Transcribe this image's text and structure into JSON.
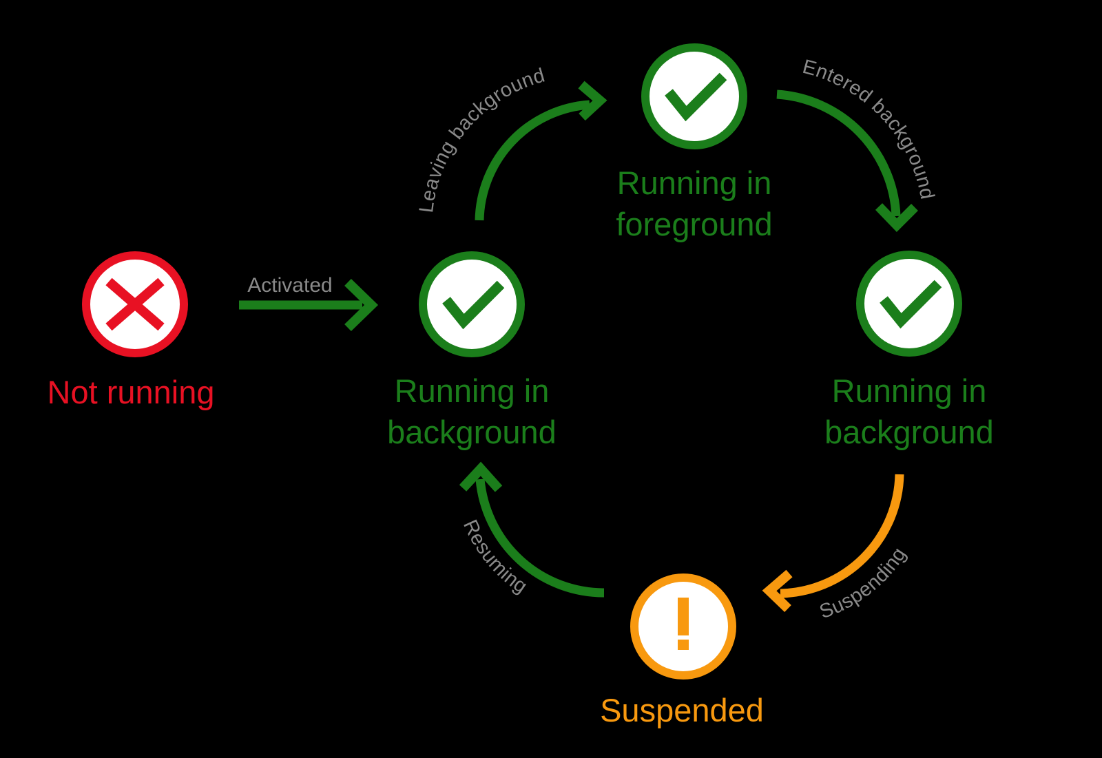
{
  "colors": {
    "background": "#000000",
    "green": "#1B7E1B",
    "red": "#E81123",
    "orange": "#F8990F",
    "gray": "#8A8A8A",
    "node_fill": "#FFFFFF"
  },
  "nodes": {
    "not_running": {
      "label": "Not running",
      "icon": "x-circle-icon",
      "color": "#E81123"
    },
    "running_background_left": {
      "label": "Running in background",
      "icon": "check-circle-icon",
      "color": "#1B7E1B"
    },
    "running_foreground": {
      "label": "Running in foreground",
      "icon": "check-circle-icon",
      "color": "#1B7E1B"
    },
    "running_background_right": {
      "label": "Running in background",
      "icon": "check-circle-icon",
      "color": "#1B7E1B"
    },
    "suspended": {
      "label": "Suspended",
      "icon": "exclamation-circle-icon",
      "color": "#F8990F"
    }
  },
  "edges": {
    "activated": {
      "label": "Activated",
      "color": "#1B7E1B"
    },
    "leaving_background": {
      "label": "Leaving background",
      "color": "#1B7E1B"
    },
    "entered_background": {
      "label": "Entered background",
      "color": "#1B7E1B"
    },
    "suspending": {
      "label": "Suspending",
      "color": "#F8990F"
    },
    "resuming": {
      "label": "Resuming",
      "color": "#1B7E1B"
    }
  }
}
